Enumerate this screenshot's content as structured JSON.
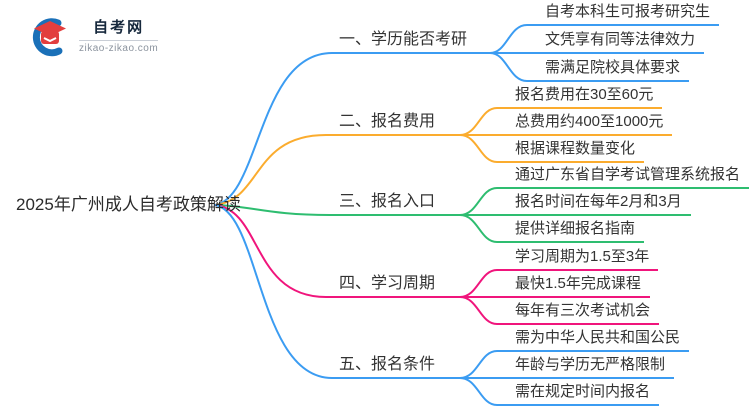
{
  "logo": {
    "name": "自考网",
    "domain": "zikao-zikao.com",
    "colors": {
      "icon_blue": "#1a70b8",
      "icon_red": "#e23e3e"
    }
  },
  "root": {
    "title": "2025年广州成人自考政策解读"
  },
  "branches": [
    {
      "label": "一、学历能否考研",
      "color": "#3b9cf2",
      "leaves": [
        "自考本科生可报考研究生",
        "文凭享有同等法律效力",
        "需满足院校具体要求"
      ]
    },
    {
      "label": "二、报名费用",
      "color": "#fbac2e",
      "leaves": [
        "报名费用在30至60元",
        "总费用约400至1000元",
        "根据课程数量变化"
      ]
    },
    {
      "label": "三、报名入口",
      "color": "#2ebd70",
      "leaves": [
        "通过广东省自学考试管理系统报名",
        "报名时间在每年2月和3月",
        "提供详细报名指南"
      ]
    },
    {
      "label": "四、学习周期",
      "color": "#f0157c",
      "leaves": [
        "学习周期为1.5至3年",
        "最快1.5年完成课程",
        "每年有三次考试机会"
      ]
    },
    {
      "label": "五、报名条件",
      "color": "#3b9cf2",
      "leaves": [
        "需为中华人民共和国公民",
        "年龄与学历无严格限制",
        "需在规定时间内报名"
      ]
    }
  ]
}
